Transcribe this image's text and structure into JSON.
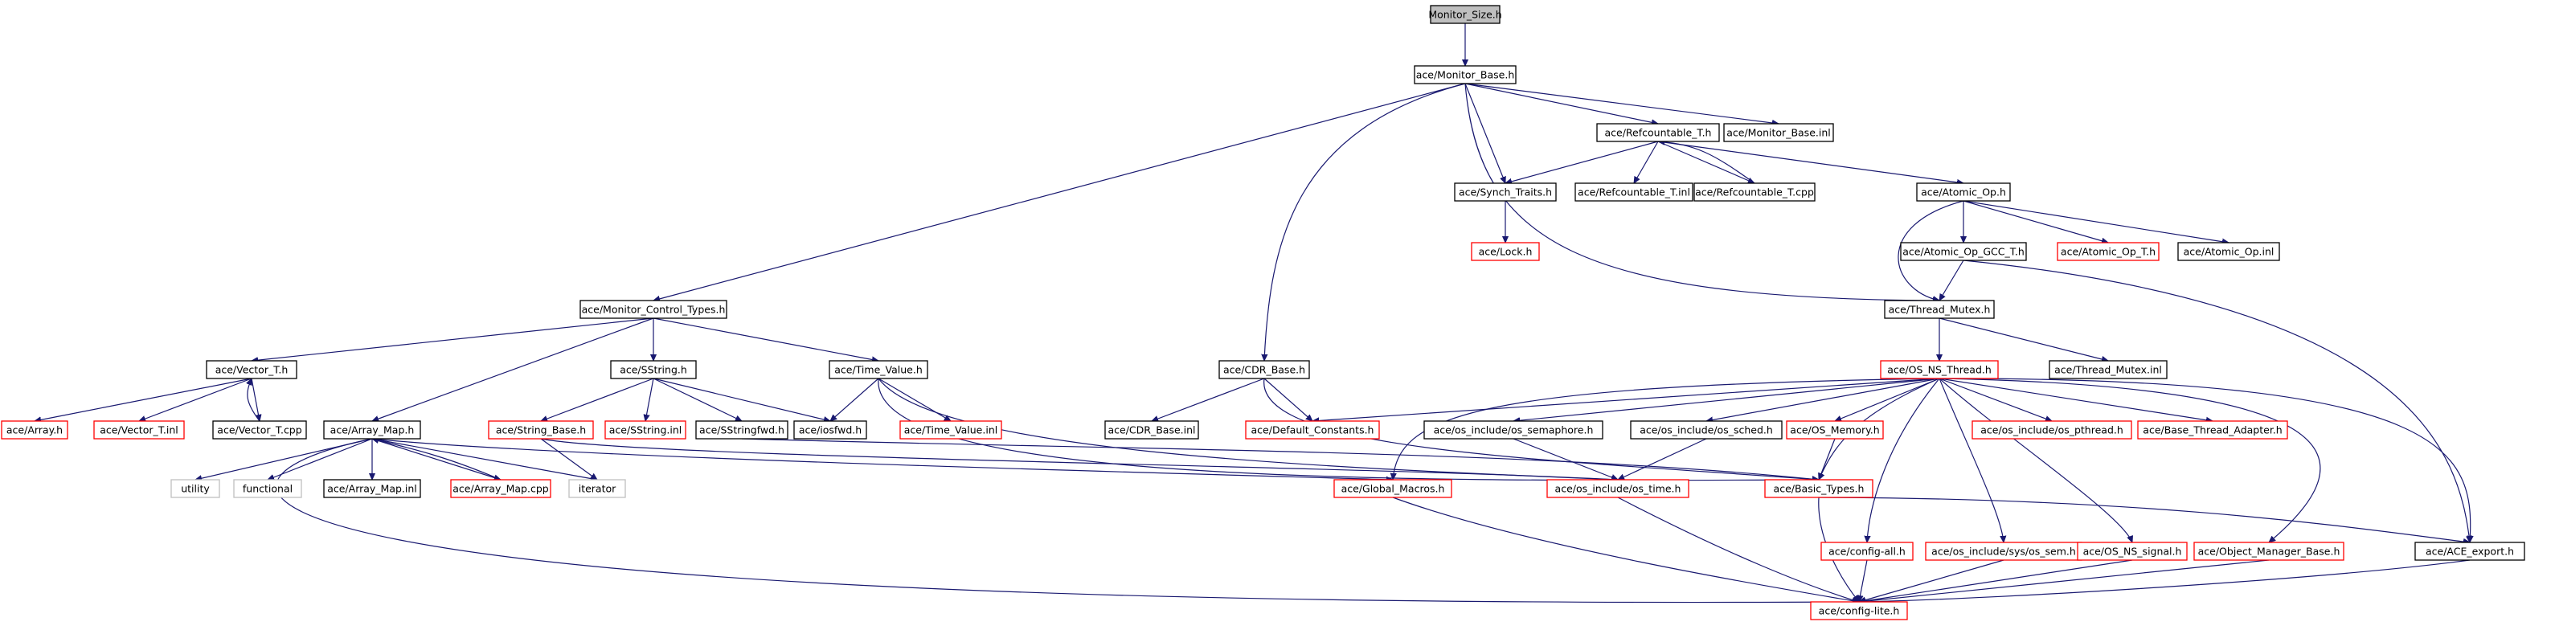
{
  "colors": {
    "edge": "#191970",
    "border_default": "#000000",
    "border_unresolved": "#ff0000",
    "border_system": "#bfbfbf",
    "root_fill": "#bfbfbf"
  },
  "nodes": [
    {
      "id": "monitor_size_h",
      "label": "Monitor_Size.h",
      "kind": "root"
    },
    {
      "id": "monitor_base_h",
      "label": "ace/Monitor_Base.h",
      "kind": "normal"
    },
    {
      "id": "refcountable_t_h",
      "label": "ace/Refcountable_T.h",
      "kind": "normal"
    },
    {
      "id": "monitor_base_inl",
      "label": "ace/Monitor_Base.inl",
      "kind": "normal"
    },
    {
      "id": "synch_traits_h",
      "label": "ace/Synch_Traits.h",
      "kind": "normal"
    },
    {
      "id": "refcountable_t_inl",
      "label": "ace/Refcountable_T.inl",
      "kind": "normal"
    },
    {
      "id": "refcountable_t_cpp",
      "label": "ace/Refcountable_T.cpp",
      "kind": "normal"
    },
    {
      "id": "atomic_op_h",
      "label": "ace/Atomic_Op.h",
      "kind": "normal"
    },
    {
      "id": "lock_h",
      "label": "ace/Lock.h",
      "kind": "red"
    },
    {
      "id": "atomic_op_gcc_t_h",
      "label": "ace/Atomic_Op_GCC_T.h",
      "kind": "normal"
    },
    {
      "id": "atomic_op_t_h",
      "label": "ace/Atomic_Op_T.h",
      "kind": "red"
    },
    {
      "id": "atomic_op_inl",
      "label": "ace/Atomic_Op.inl",
      "kind": "normal"
    },
    {
      "id": "monitor_control_types_h",
      "label": "ace/Monitor_Control_Types.h",
      "kind": "normal"
    },
    {
      "id": "thread_mutex_h",
      "label": "ace/Thread_Mutex.h",
      "kind": "normal"
    },
    {
      "id": "vector_t_h",
      "label": "ace/Vector_T.h",
      "kind": "normal"
    },
    {
      "id": "sstring_h",
      "label": "ace/SString.h",
      "kind": "normal"
    },
    {
      "id": "time_value_h",
      "label": "ace/Time_Value.h",
      "kind": "normal"
    },
    {
      "id": "cdr_base_h",
      "label": "ace/CDR_Base.h",
      "kind": "normal"
    },
    {
      "id": "os_ns_thread_h",
      "label": "ace/OS_NS_Thread.h",
      "kind": "red"
    },
    {
      "id": "thread_mutex_inl",
      "label": "ace/Thread_Mutex.inl",
      "kind": "normal"
    },
    {
      "id": "array_h",
      "label": "ace/Array.h",
      "kind": "red"
    },
    {
      "id": "vector_t_inl",
      "label": "ace/Vector_T.inl",
      "kind": "red"
    },
    {
      "id": "vector_t_cpp",
      "label": "ace/Vector_T.cpp",
      "kind": "normal"
    },
    {
      "id": "array_map_h",
      "label": "ace/Array_Map.h",
      "kind": "normal"
    },
    {
      "id": "string_base_h",
      "label": "ace/String_Base.h",
      "kind": "red"
    },
    {
      "id": "sstring_inl",
      "label": "ace/SString.inl",
      "kind": "red"
    },
    {
      "id": "sstringfwd_h",
      "label": "ace/SStringfwd.h",
      "kind": "normal"
    },
    {
      "id": "iosfwd_h",
      "label": "ace/iosfwd.h",
      "kind": "normal"
    },
    {
      "id": "time_value_inl",
      "label": "ace/Time_Value.inl",
      "kind": "red"
    },
    {
      "id": "cdr_base_inl",
      "label": "ace/CDR_Base.inl",
      "kind": "normal"
    },
    {
      "id": "default_constants_h",
      "label": "ace/Default_Constants.h",
      "kind": "red"
    },
    {
      "id": "os_semaphore_h",
      "label": "ace/os_include/os_semaphore.h",
      "kind": "normal"
    },
    {
      "id": "os_sched_h",
      "label": "ace/os_include/os_sched.h",
      "kind": "normal"
    },
    {
      "id": "os_memory_h",
      "label": "ace/OS_Memory.h",
      "kind": "red"
    },
    {
      "id": "os_pthread_h",
      "label": "ace/os_include/os_pthread.h",
      "kind": "red"
    },
    {
      "id": "base_thread_adapter_h",
      "label": "ace/Base_Thread_Adapter.h",
      "kind": "red"
    },
    {
      "id": "utility",
      "label": "utility",
      "kind": "system"
    },
    {
      "id": "functional",
      "label": "functional",
      "kind": "system"
    },
    {
      "id": "array_map_inl",
      "label": "ace/Array_Map.inl",
      "kind": "normal"
    },
    {
      "id": "array_map_cpp",
      "label": "ace/Array_Map.cpp",
      "kind": "red"
    },
    {
      "id": "iterator",
      "label": "iterator",
      "kind": "system"
    },
    {
      "id": "global_macros_h",
      "label": "ace/Global_Macros.h",
      "kind": "red"
    },
    {
      "id": "os_time_h",
      "label": "ace/os_include/os_time.h",
      "kind": "red"
    },
    {
      "id": "basic_types_h",
      "label": "ace/Basic_Types.h",
      "kind": "red"
    },
    {
      "id": "config_all_h",
      "label": "ace/config-all.h",
      "kind": "red"
    },
    {
      "id": "os_sem_h",
      "label": "ace/os_include/sys/os_sem.h",
      "kind": "red"
    },
    {
      "id": "os_ns_signal_h",
      "label": "ace/OS_NS_signal.h",
      "kind": "red"
    },
    {
      "id": "object_manager_base_h",
      "label": "ace/Object_Manager_Base.h",
      "kind": "red"
    },
    {
      "id": "ace_export_h",
      "label": "ace/ACE_export.h",
      "kind": "normal"
    },
    {
      "id": "config_lite_h",
      "label": "ace/config-lite.h",
      "kind": "red"
    }
  ]
}
